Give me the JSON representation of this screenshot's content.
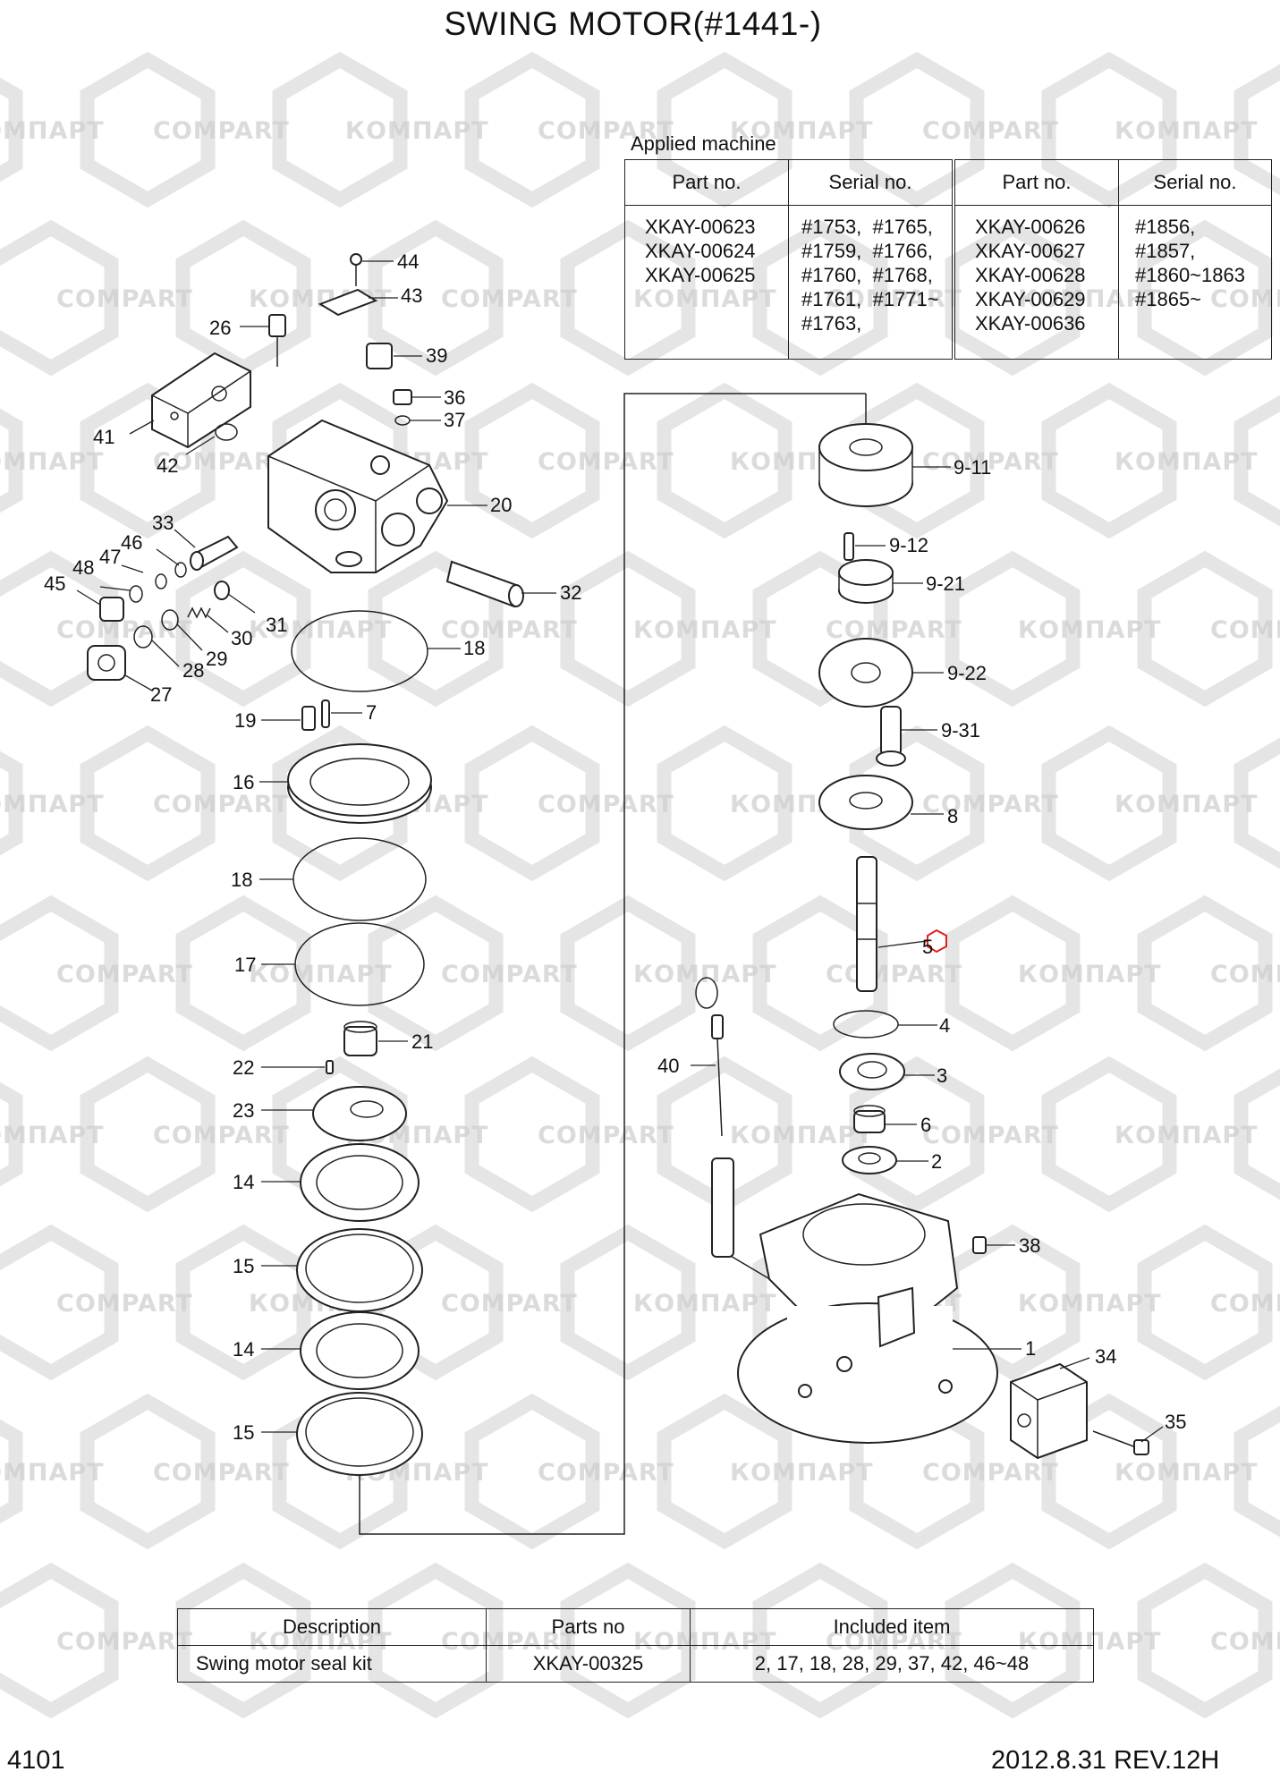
{
  "header": {
    "title": "SWING MOTOR(#1441-)"
  },
  "watermark": {
    "text_latin": "COMPART",
    "text_cyrillic": "КОМПАРТ",
    "color": "#cfcfcf"
  },
  "applied_machine": {
    "caption": "Applied machine",
    "headers": [
      "Part no.",
      "Serial no.",
      "Part no.",
      "Serial no."
    ],
    "left_parts": [
      "XKAY-00623",
      "XKAY-00624",
      "XKAY-00625"
    ],
    "left_serials": [
      "#1753,  #1765,",
      "#1759,  #1766,",
      "#1760,  #1768,",
      "#1761,  #1771~",
      "#1763,"
    ],
    "right_parts": [
      "XKAY-00626",
      "XKAY-00627",
      "XKAY-00628",
      "XKAY-00629",
      "XKAY-00636"
    ],
    "right_serials": [
      "#1856,",
      "#1857,",
      "#1860~1863",
      "#1865~"
    ]
  },
  "seal_kit": {
    "headers": [
      "Description",
      "Parts no",
      "Included item"
    ],
    "row": {
      "description": "Swing motor seal kit",
      "parts_no": "XKAY-00325",
      "included": "2, 17, 18, 28, 29, 37, 42, 46~48"
    }
  },
  "callouts": [
    "44",
    "43",
    "26",
    "39",
    "36",
    "37",
    "41",
    "42",
    "20",
    "33",
    "46",
    "47",
    "48",
    "45",
    "32",
    "31",
    "30",
    "29",
    "28",
    "27",
    "18",
    "19",
    "7",
    "16",
    "18",
    "17",
    "21",
    "22",
    "23",
    "14",
    "15",
    "14",
    "15",
    "9-11",
    "9-12",
    "9-21",
    "9-22",
    "9-31",
    "8",
    "5",
    "4",
    "3",
    "6",
    "2",
    "40",
    "38",
    "1",
    "34",
    "35"
  ],
  "highlight": {
    "callout": "5",
    "color": "#e02020"
  },
  "footer": {
    "page": "4101",
    "revision": "2012.8.31  REV.12H"
  }
}
